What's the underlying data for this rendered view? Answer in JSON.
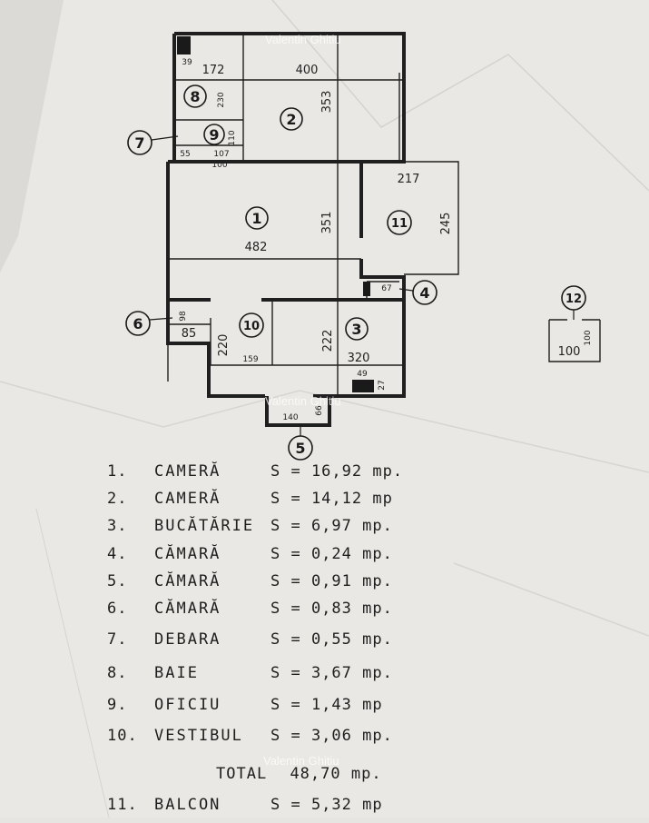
{
  "plan": {
    "watermark": "Valentin Ghitiu",
    "room_labels": [
      "1",
      "2",
      "3",
      "4",
      "5",
      "6",
      "7",
      "8",
      "9",
      "10",
      "11",
      "12"
    ],
    "dimensions": {
      "d482": "482",
      "d351": "351",
      "d400": "400",
      "d353": "353",
      "d172": "172",
      "d230": "230",
      "d39": "39",
      "d217": "217",
      "d245": "245",
      "d320": "320",
      "d222": "222",
      "d220": "220",
      "d159": "159",
      "d98": "98",
      "d85": "85",
      "d67": "67",
      "d49": "49",
      "d27": "27",
      "d140": "140",
      "d66": "66",
      "d100a": "100",
      "d100b": "100",
      "d55": "55",
      "d110": "110",
      "d107": "107",
      "d100c": "100"
    }
  },
  "legend": [
    {
      "num": "1.",
      "name": "CAMERĂ",
      "area": "S = 16,92 mp."
    },
    {
      "num": "2.",
      "name": "CAMERĂ",
      "area": "S = 14,12 mp"
    },
    {
      "num": "3.",
      "name": "BUCĂTĂRIE",
      "area": "S = 6,97 mp."
    },
    {
      "num": "4.",
      "name": "CĂMARĂ",
      "area": "S = 0,24 mp."
    },
    {
      "num": "5.",
      "name": "CĂMARĂ",
      "area": "S = 0,91 mp."
    },
    {
      "num": "6.",
      "name": "CĂMARĂ",
      "area": "S = 0,83 mp."
    },
    {
      "num": "7.",
      "name": "DEBARA",
      "area": "S = 0,55 mp."
    },
    {
      "num": "8.",
      "name": "BAIE",
      "area": "S = 3,67 mp."
    },
    {
      "num": "9.",
      "name": "OFICIU",
      "area": "S = 1,43 mp"
    },
    {
      "num": "10.",
      "name": "VESTIBUL",
      "area": "S = 3,06 mp."
    },
    {
      "num": "11.",
      "name": "BALCON",
      "area": "S = 5,32 mp"
    }
  ],
  "total": {
    "label": "TOTAL",
    "value": "48,70 mp."
  }
}
